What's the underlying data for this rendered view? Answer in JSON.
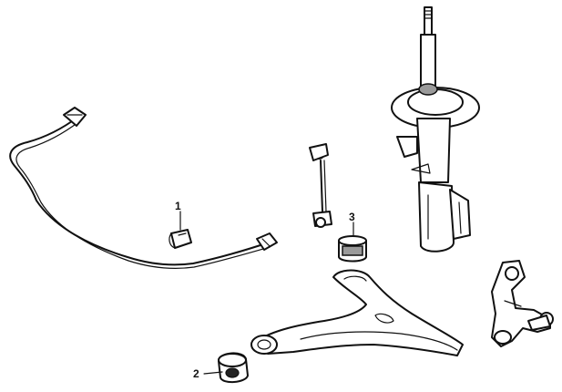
{
  "callouts": [
    {
      "label": "1",
      "part": "stabilizer-bar-bushing"
    },
    {
      "label": "2",
      "part": "control-arm-bushing"
    },
    {
      "label": "3",
      "part": "strut-mount-bushing"
    }
  ]
}
